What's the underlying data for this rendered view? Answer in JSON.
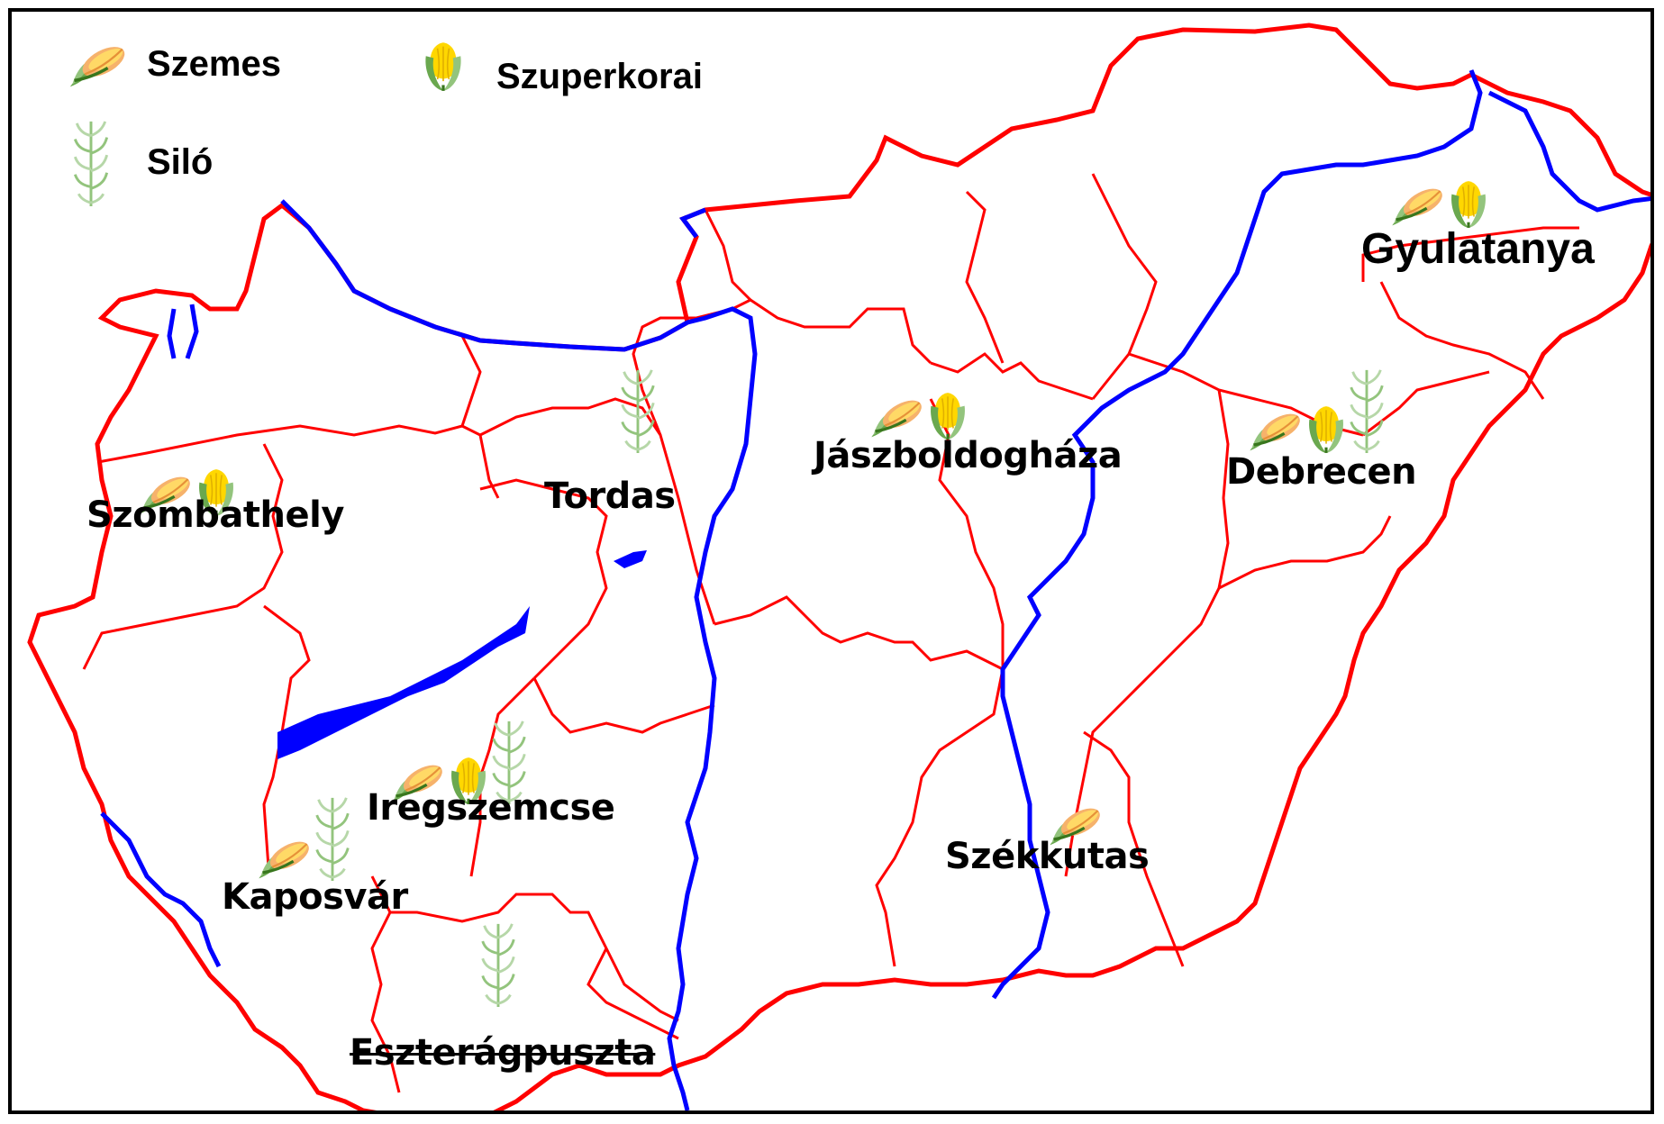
{
  "legend": {
    "items": [
      {
        "icon": "corn-cob-icon",
        "label": "Szemes"
      },
      {
        "icon": "silage-plant-icon",
        "label": "Siló"
      },
      {
        "icon": "sweet-corn-icon",
        "label": "Szuperkorai"
      }
    ]
  },
  "locations": [
    {
      "name": "Gyulatanya",
      "icons": [
        "corn-cob-icon",
        "sweet-corn-icon"
      ]
    },
    {
      "name": "Jászboldogháza",
      "icons": [
        "corn-cob-icon",
        "sweet-corn-icon"
      ]
    },
    {
      "name": "Debrecen",
      "icons": [
        "corn-cob-icon",
        "sweet-corn-icon",
        "silage-plant-icon"
      ]
    },
    {
      "name": "Tordas",
      "icons": [
        "silage-plant-icon"
      ]
    },
    {
      "name": "Szombathely",
      "icons": [
        "corn-cob-icon",
        "sweet-corn-icon"
      ]
    },
    {
      "name": "Iregszemcse",
      "icons": [
        "corn-cob-icon",
        "sweet-corn-icon",
        "silage-plant-icon"
      ]
    },
    {
      "name": "Kaposvár",
      "icons": [
        "corn-cob-icon",
        "silage-plant-icon"
      ]
    },
    {
      "name": "Székkutas",
      "icons": [
        "corn-cob-icon"
      ]
    },
    {
      "name": "Eszterágpuszta",
      "icons": [
        "silage-plant-icon"
      ],
      "struck_through": true
    }
  ],
  "colors": {
    "border": "#ff0000",
    "water": "#0000ff",
    "frame": "#000000"
  }
}
